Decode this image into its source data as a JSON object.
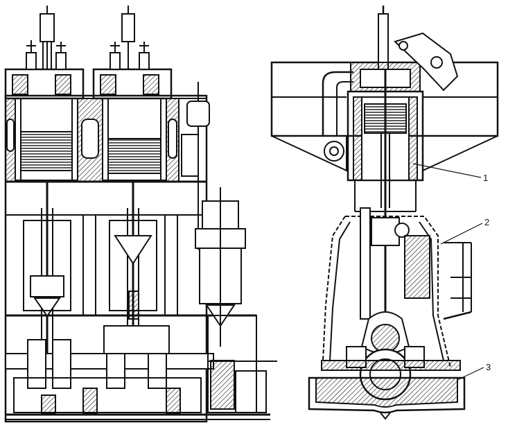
{
  "diagram": {
    "ink_color": "#111111",
    "paper_color": "#ffffff",
    "callouts": [
      {
        "id": "1",
        "label": "1"
      },
      {
        "id": "2",
        "label": "2"
      },
      {
        "id": "3",
        "label": "3"
      }
    ]
  }
}
